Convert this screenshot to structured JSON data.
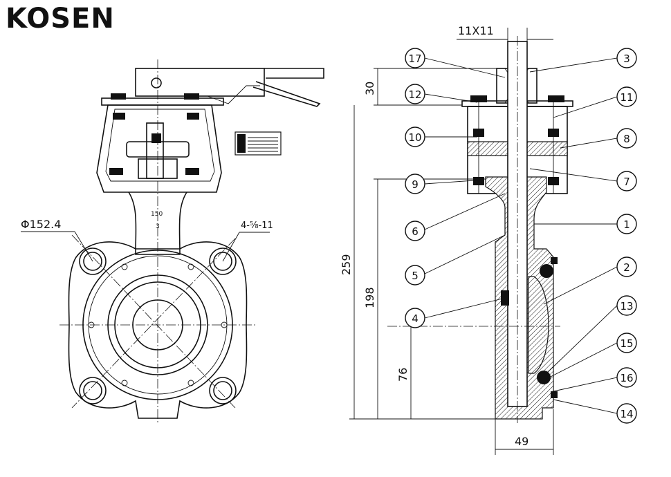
{
  "brand": "KOSEN",
  "front_view": {
    "flange_diameter": "Φ152.4",
    "bolt_hole_note": "4-⅝-11",
    "body_mark_top": "150",
    "body_mark_bottom": "3"
  },
  "section_view": {
    "stem_square": "11X11",
    "dim_top": "30",
    "dim_total": "259",
    "dim_mid": "198",
    "dim_low": "76",
    "dim_width": "49"
  },
  "balloons": [
    "1",
    "2",
    "3",
    "4",
    "5",
    "6",
    "7",
    "8",
    "9",
    "10",
    "11",
    "12",
    "13",
    "14",
    "15",
    "16",
    "17"
  ]
}
